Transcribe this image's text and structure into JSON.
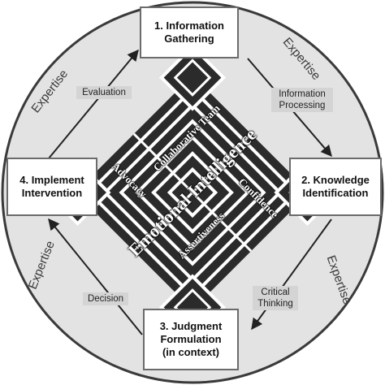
{
  "boxes": {
    "info_gathering": "1. Information\nGathering",
    "knowledge_identification": "2. Knowledge\nIdentification",
    "judgment_formulation": "3. Judgment\nFormulation\n(in context)",
    "implement_intervention": "4. Implement\nIntervention"
  },
  "arrow_labels": {
    "information_processing": "Information\nProcessing",
    "critical_thinking": "Critical\nThinking",
    "decision": "Decision",
    "evaluation": "Evaluation"
  },
  "expertise": {
    "top_left": "Expertise",
    "top_right": "Expertise",
    "bottom_right": "Expertise",
    "bottom_left": "Expertise"
  },
  "knot": {
    "center": "Emotional Intelligence",
    "collaborative_team": "Collaborative Team",
    "advocacy": "Advocacy",
    "confidence": "Confidence",
    "assertiveness": "Assertiveness"
  },
  "colors": {
    "circle_fill": "#e3e3e3",
    "circle_stroke": "#3a3a3a",
    "knot_dark": "#2b2b2b",
    "knot_light": "#ffffff",
    "box_border": "#6b6b6b",
    "label_bg": "#d4d4d4"
  }
}
